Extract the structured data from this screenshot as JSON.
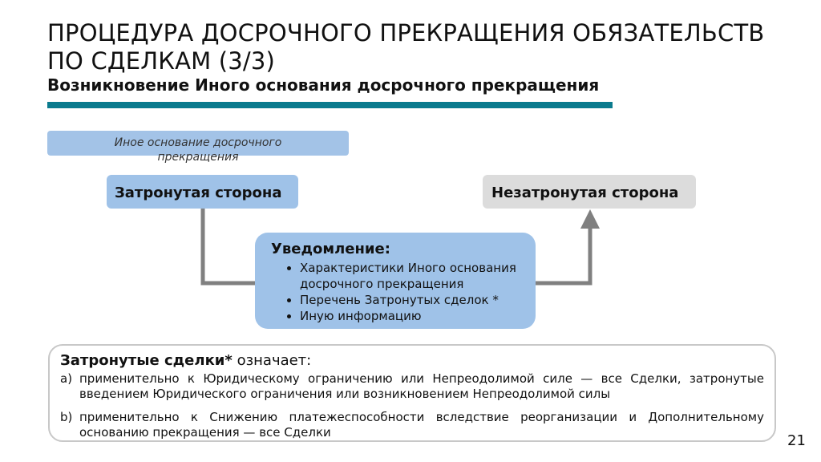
{
  "title": "ПРОЦЕДУРА ДОСРОЧНОГО ПРЕКРАЩЕНИЯ ОБЯЗАТЕЛЬСТВ ПО СДЕЛКАМ (3/3)",
  "subtitle": "Возникновение Иного основания досрочного прекращения",
  "colors": {
    "accent": "#0b7b8e",
    "box_blue": "#9fc2e8",
    "box_gray": "#dcdcdc",
    "connector": "#808080"
  },
  "diagram": {
    "label_line1": "Иное основание досрочного",
    "label_line2": "прекращения",
    "affected_party": "Затронутая сторона",
    "unaffected_party": "Незатронутая сторона",
    "notice": {
      "title": "Уведомление:",
      "items": [
        "Характеристики Иного основания досрочного прекращения",
        "Перечень Затронутых сделок *",
        "Иную информацию"
      ]
    }
  },
  "definition": {
    "term": "Затронутые сделки*",
    "verb": "означает:",
    "items": [
      {
        "marker": "a)",
        "text": "применительно к Юридическому ограничению или Непреодолимой силе — все Сделки, затронутые введением Юридического ограничения или возникновением Непреодолимой силы"
      },
      {
        "marker": "b)",
        "text": "применительно к Снижению платежеспособности вследствие реорганизации и Дополнительному основанию прекращения — все Сделки"
      }
    ]
  },
  "page_number": "21"
}
